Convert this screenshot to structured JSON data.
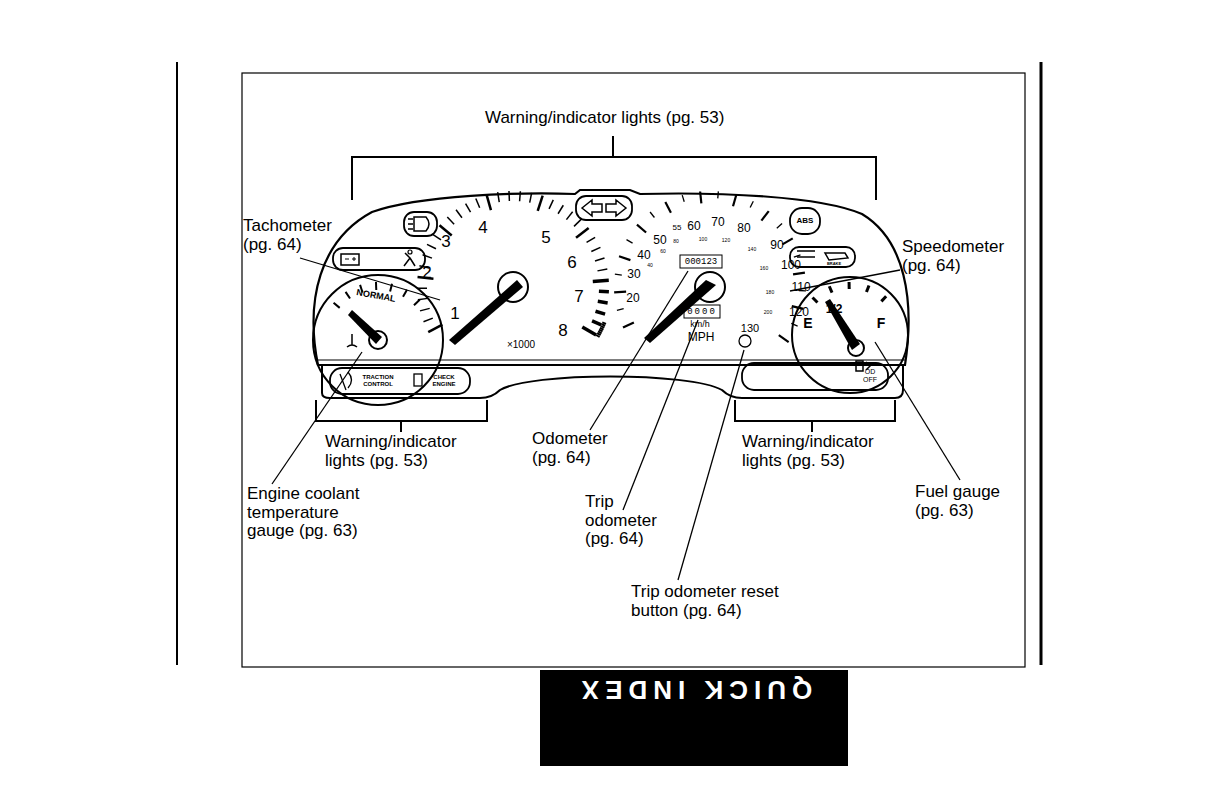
{
  "diagram": {
    "labels": [
      "Warning/indicator lights (pg. 53)",
      "Tachometer (pg. 64)",
      "Speedometer (pg. 64)",
      "Warning/indicator lights (pg. 53)",
      "Odometer (pg. 64)",
      "Warning/indicator lights (pg. 53)",
      "Fuel gauge (pg. 63)",
      "Engine coolant temperature gauge (pg. 63)",
      "Trip odometer (pg. 64)",
      "Trip odometer reset button (pg. 64)",
      "NORMAL",
      "1",
      "2",
      "3",
      "4",
      "5",
      "6",
      "7",
      "8",
      "×1000",
      "20",
      "30",
      "40",
      "50",
      "55",
      "60",
      "70",
      "80",
      "90",
      "100",
      "110",
      "120",
      "130",
      "40",
      "60",
      "80",
      "100",
      "120",
      "140",
      "160",
      "180",
      "200",
      "000123",
      "0000",
      "km/h",
      "MPH",
      "E",
      "1/2",
      "F",
      "TRACTION CONTROL",
      "CHECK ENGINE",
      "OD OFF",
      "BRAKE",
      "ABS",
      "QUICK INDEX"
    ]
  }
}
